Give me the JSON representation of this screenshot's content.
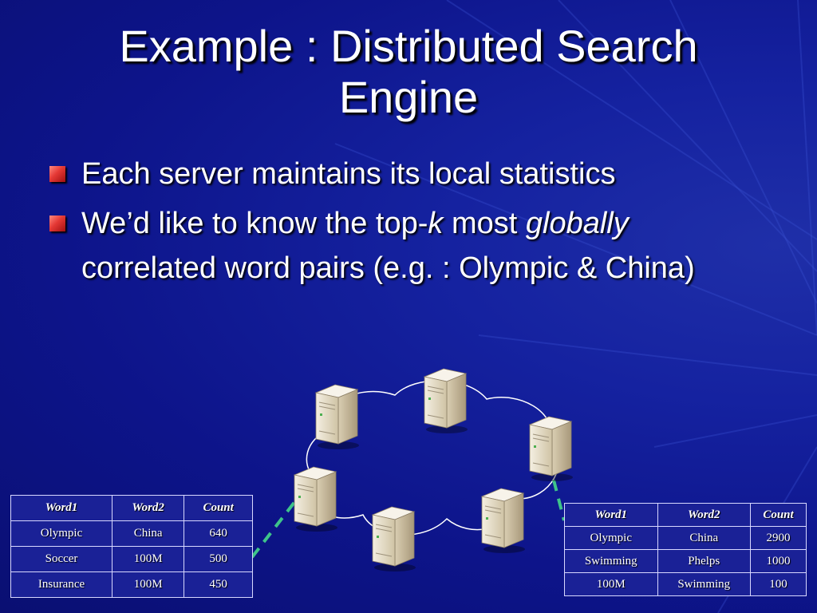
{
  "slide": {
    "title": "Example : Distributed Search Engine",
    "bullets": [
      {
        "text": "Each server maintains its local statistics"
      },
      {
        "parts": [
          "We’d like to know the top-",
          "k",
          " most ",
          "globally",
          " correlated word pairs (e.g. : Olympic & China)"
        ]
      }
    ]
  },
  "table_left": {
    "headers": [
      "Word1",
      "Word2",
      "Count"
    ],
    "rows": [
      [
        "Olympic",
        "China",
        "640"
      ],
      [
        "Soccer",
        "100M",
        "500"
      ],
      [
        "Insurance",
        "100M",
        "450"
      ]
    ]
  },
  "table_right": {
    "headers": [
      "Word1",
      "Word2",
      "Count"
    ],
    "rows": [
      [
        "Olympic",
        "China",
        "2900"
      ],
      [
        "Swimming",
        "Phelps",
        "1000"
      ],
      [
        "100M",
        "Swimming",
        "100"
      ]
    ]
  },
  "colors": {
    "background": "#0d148a",
    "bullet": "#e53935",
    "connector": "#3ec48a",
    "server": "#e8dfc8"
  },
  "icons": [
    "server-icon",
    "network-cloud-icon",
    "bullet-square-icon"
  ]
}
